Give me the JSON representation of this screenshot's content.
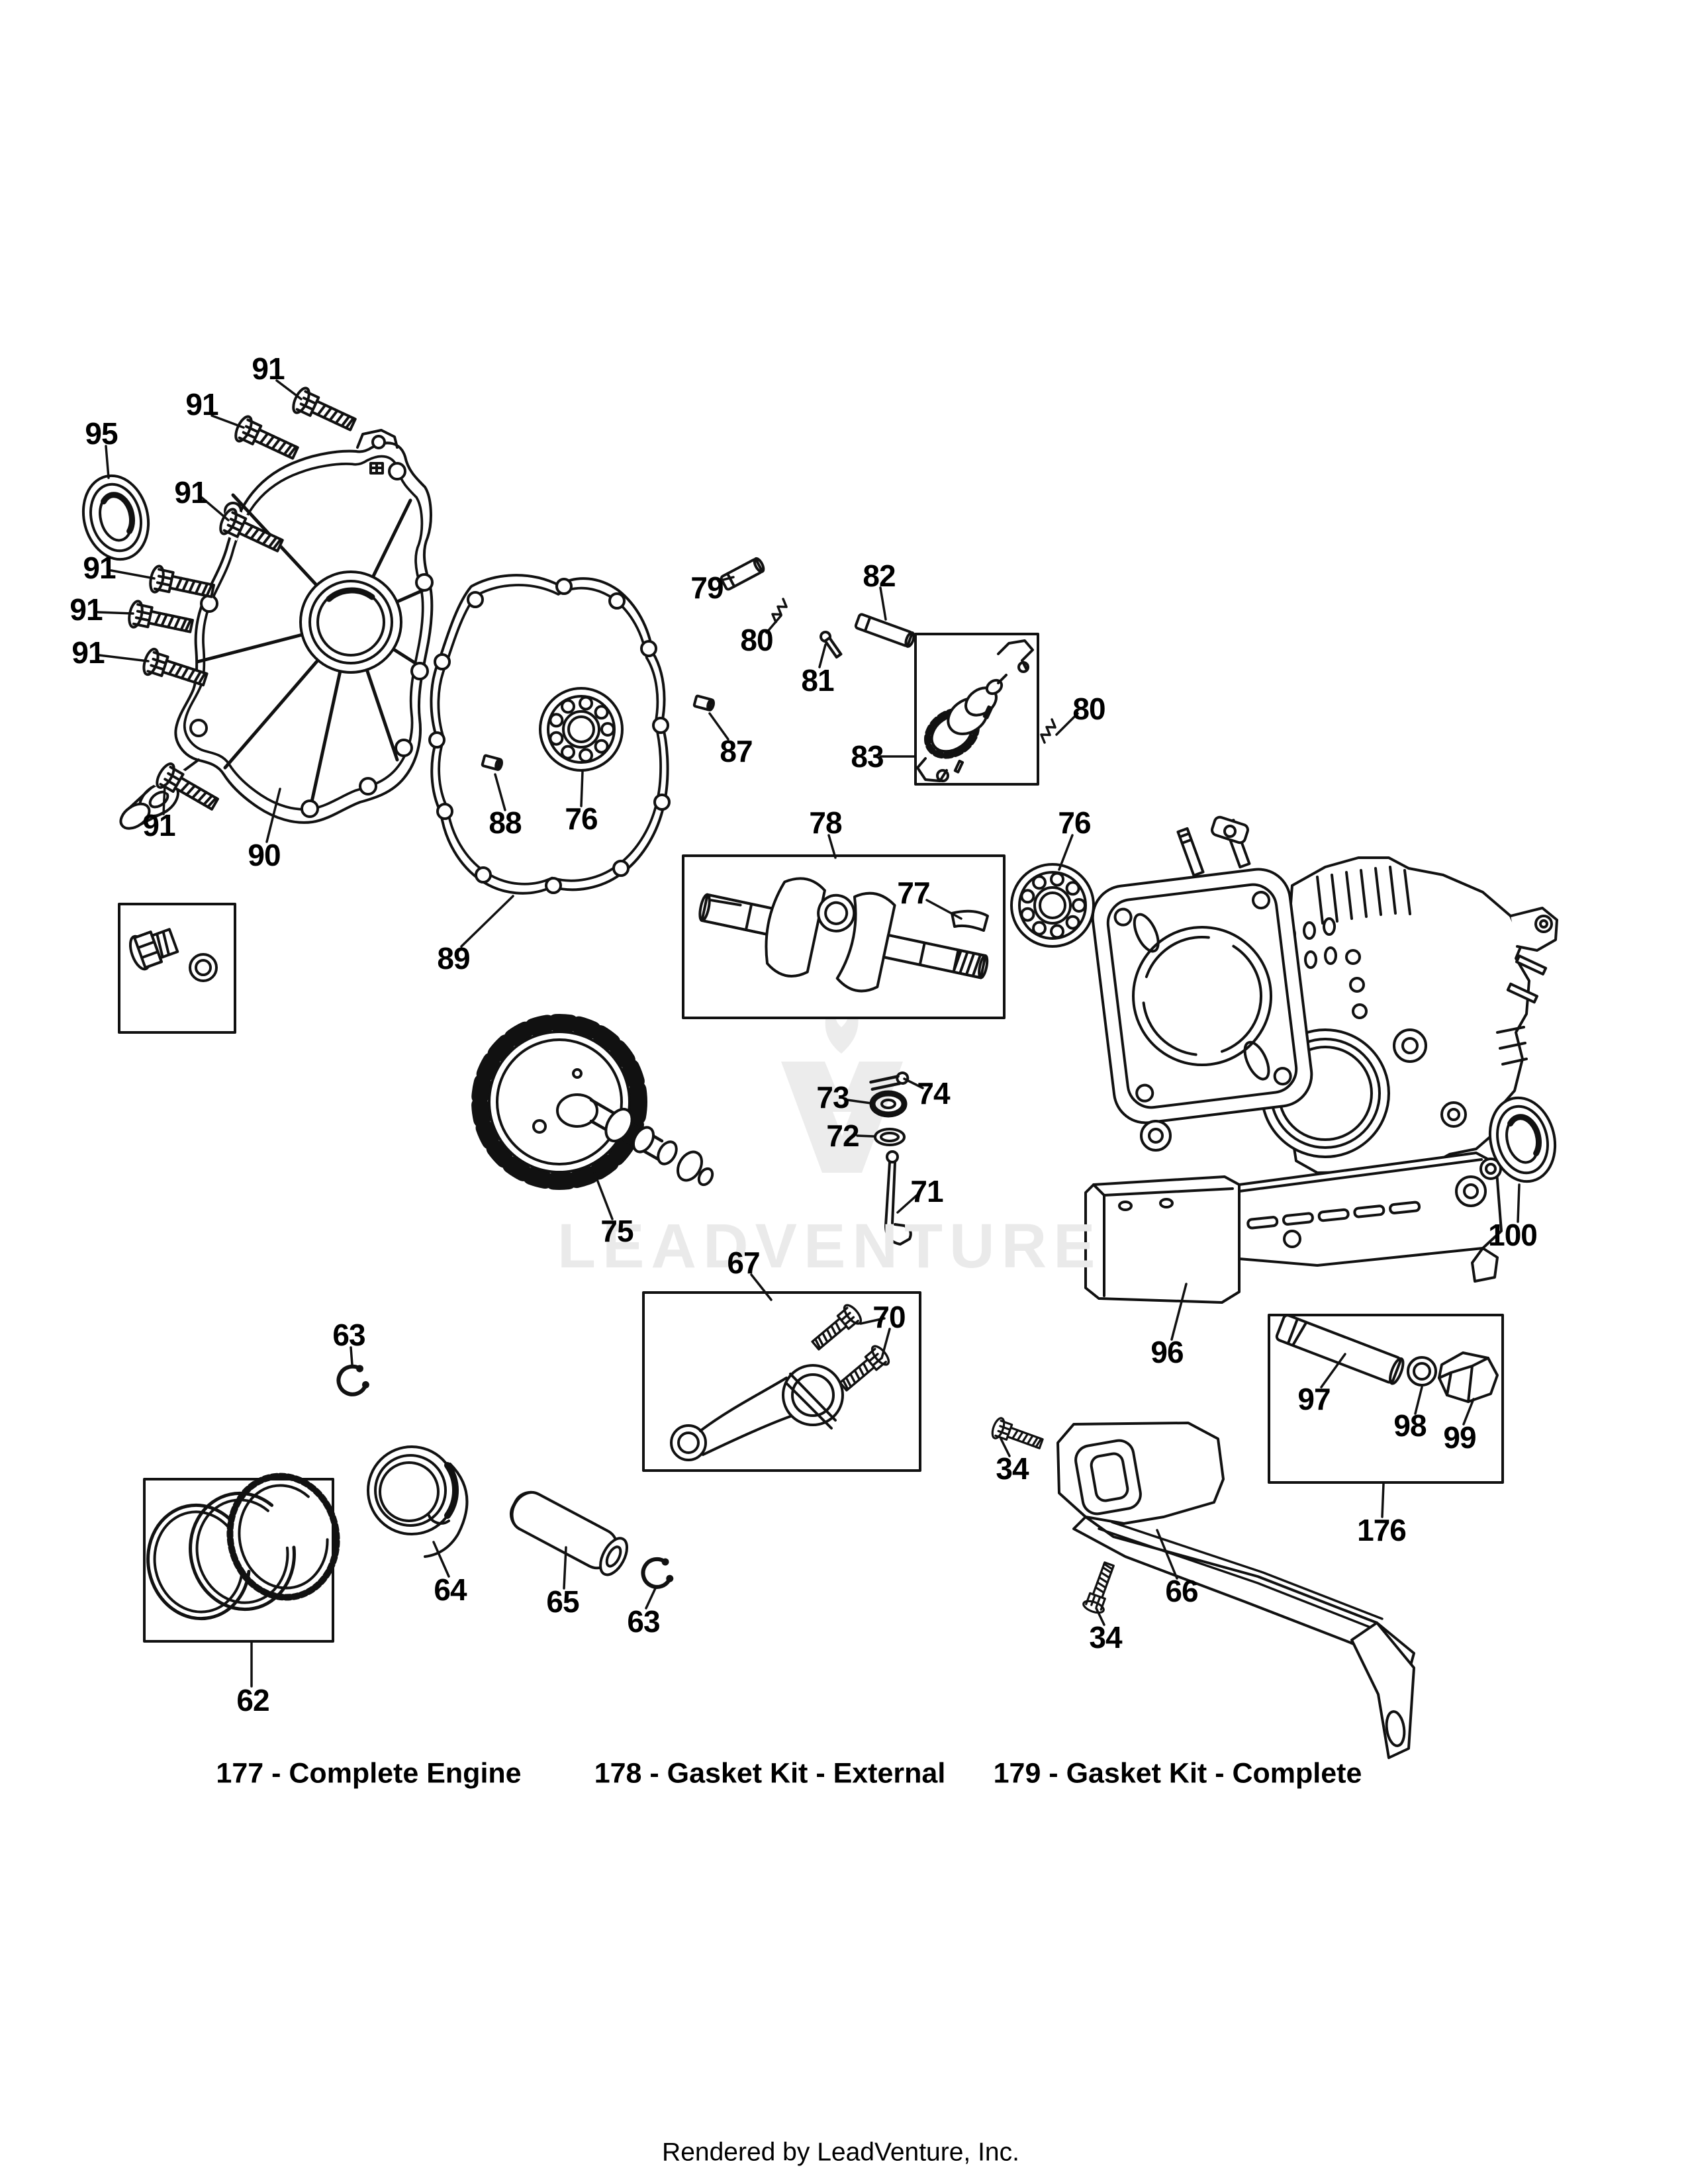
{
  "page": {
    "background": "#ffffff",
    "type": "exploded-parts-diagram",
    "subject": "engine crankcase, crankshaft, piston and cylinder assembly"
  },
  "watermark": {
    "text": "LEADVENTURE",
    "logo": "leadventure-flame-v-logo",
    "color": "#eaeaea"
  },
  "callouts": [
    {
      "text": "91"
    },
    {
      "text": "91"
    },
    {
      "text": "95"
    },
    {
      "text": "91"
    },
    {
      "text": "91"
    },
    {
      "text": "91"
    },
    {
      "text": "91"
    },
    {
      "text": "91"
    },
    {
      "text": "90"
    },
    {
      "text": "88"
    },
    {
      "text": "76"
    },
    {
      "text": "89"
    },
    {
      "text": "87"
    },
    {
      "text": "79"
    },
    {
      "text": "80"
    },
    {
      "text": "81"
    },
    {
      "text": "82"
    },
    {
      "text": "83"
    },
    {
      "text": "80"
    },
    {
      "text": "78"
    },
    {
      "text": "77"
    },
    {
      "text": "76"
    },
    {
      "text": "75"
    },
    {
      "text": "73"
    },
    {
      "text": "74"
    },
    {
      "text": "72"
    },
    {
      "text": "71"
    },
    {
      "text": "67"
    },
    {
      "text": "70"
    },
    {
      "text": "96"
    },
    {
      "text": "100"
    },
    {
      "text": "97"
    },
    {
      "text": "98"
    },
    {
      "text": "99"
    },
    {
      "text": "176"
    },
    {
      "text": "63"
    },
    {
      "text": "64"
    },
    {
      "text": "65"
    },
    {
      "text": "63"
    },
    {
      "text": "62"
    },
    {
      "text": "34"
    },
    {
      "text": "66"
    },
    {
      "text": "34"
    }
  ],
  "kits": [
    {
      "label": "177 - Complete Engine"
    },
    {
      "label": "178 - Gasket Kit - External"
    },
    {
      "label": "179 - Gasket Kit - Complete"
    }
  ],
  "footer": {
    "text": "Rendered by LeadVenture, Inc."
  }
}
